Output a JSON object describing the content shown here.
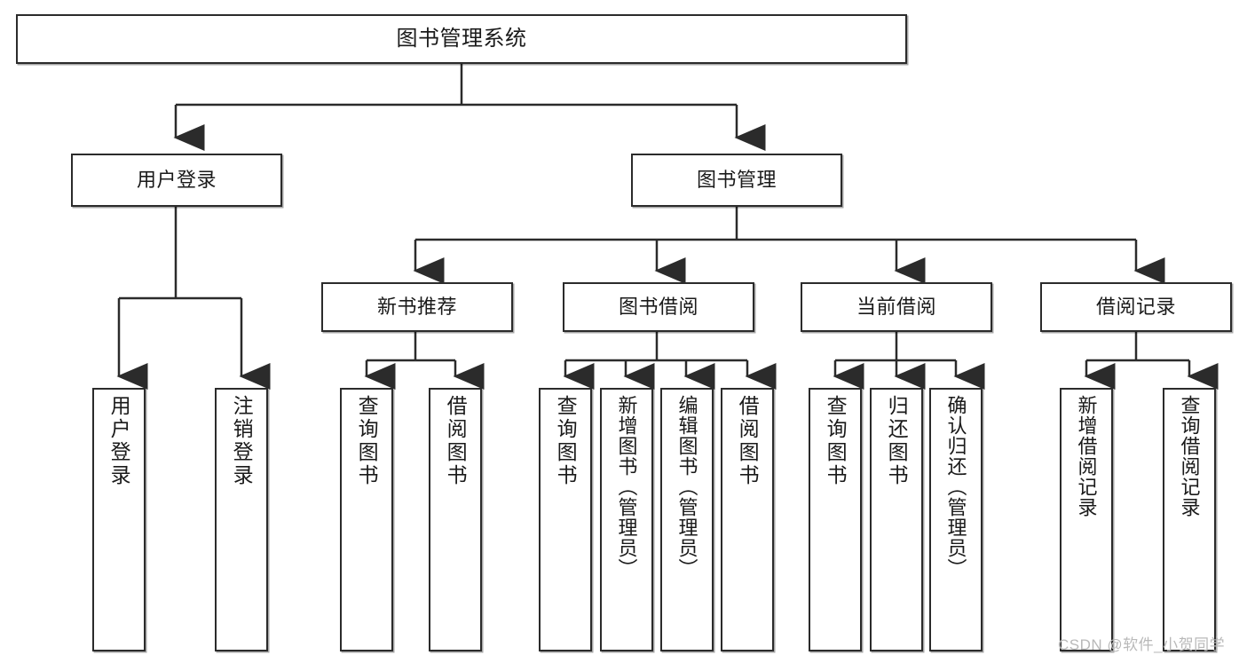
{
  "diagram": {
    "title": "图书管理系统",
    "watermark": "CSDN @软件_小贺同学",
    "root": {
      "label": "图书管理系统"
    },
    "level2": [
      {
        "id": "user-login",
        "label": "用户登录"
      },
      {
        "id": "book-manage",
        "label": "图书管理"
      }
    ],
    "level3": [
      {
        "id": "new-book-recommend",
        "label": "新书推荐"
      },
      {
        "id": "book-borrow",
        "label": "图书借阅"
      },
      {
        "id": "current-borrow",
        "label": "当前借阅"
      },
      {
        "id": "borrow-record",
        "label": "借阅记录"
      }
    ],
    "leaves": {
      "user_login": [
        {
          "id": "leaf-user-login",
          "label": "用户登录"
        },
        {
          "id": "leaf-logout",
          "label": "注销登录"
        }
      ],
      "new_book_recommend": [
        {
          "id": "leaf-query-book-1",
          "label": "查询图书"
        },
        {
          "id": "leaf-borrow-book-1",
          "label": "借阅图书"
        }
      ],
      "book_borrow": [
        {
          "id": "leaf-query-book-2",
          "label": "查询图书"
        },
        {
          "id": "leaf-add-book",
          "label": "新增图书（管理员）"
        },
        {
          "id": "leaf-edit-book",
          "label": "编辑图书（管理员）"
        },
        {
          "id": "leaf-borrow-book-2",
          "label": "借阅图书"
        }
      ],
      "current_borrow": [
        {
          "id": "leaf-query-book-3",
          "label": "查询图书"
        },
        {
          "id": "leaf-return-book",
          "label": "归还图书"
        },
        {
          "id": "leaf-confirm-return",
          "label": "确认归还（管理员）"
        }
      ],
      "borrow_record": [
        {
          "id": "leaf-add-record",
          "label": "新增借阅记录"
        },
        {
          "id": "leaf-query-record",
          "label": "查询借阅记录"
        }
      ]
    },
    "colors": {
      "border": "#2b2b2b",
      "background": "#ffffff",
      "text": "#1a1a1a",
      "watermark": "#b9b9b9"
    }
  }
}
